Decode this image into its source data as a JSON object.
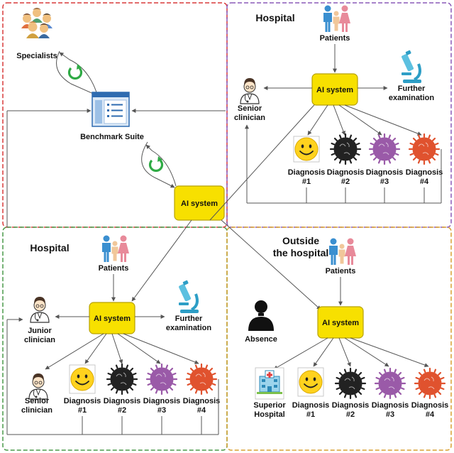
{
  "panel_top_left": {
    "specialists_label": "Specialists",
    "benchmark_label": "Benchmark Suite",
    "ai_system_label": "AI system"
  },
  "panel_top_right": {
    "title": "Hospital",
    "patients_label": "Patients",
    "ai_system_label": "AI system",
    "further_label_1": "Further",
    "further_label_2": "examination",
    "senior_label_1": "Senior",
    "senior_label_2": "clinician",
    "diagnoses": [
      {
        "line1": "Diagnosis",
        "line2": "#1"
      },
      {
        "line1": "Diagnosis",
        "line2": "#2"
      },
      {
        "line1": "Diagnosis",
        "line2": "#3"
      },
      {
        "line1": "Diagnosis",
        "line2": "#4"
      }
    ]
  },
  "panel_bottom_left": {
    "title": "Hospital",
    "patients_label": "Patients",
    "ai_system_label": "AI system",
    "further_label_1": "Further",
    "further_label_2": "examination",
    "junior_label_1": "Junior",
    "junior_label_2": "clinician",
    "senior_label_1": "Senior",
    "senior_label_2": "clinician",
    "diagnoses": [
      {
        "line1": "Diagnosis",
        "line2": "#1"
      },
      {
        "line1": "Diagnosis",
        "line2": "#2"
      },
      {
        "line1": "Diagnosis",
        "line2": "#3"
      },
      {
        "line1": "Diagnosis",
        "line2": "#4"
      }
    ]
  },
  "panel_bottom_right": {
    "title_1": "Outside",
    "title_2": "the hospital",
    "patients_label": "Patients",
    "ai_system_label": "AI system",
    "absence_label": "Absence",
    "superior_label_1": "Superior",
    "superior_label_2": "Hospital",
    "diagnoses": [
      {
        "line1": "Diagnosis",
        "line2": "#1"
      },
      {
        "line1": "Diagnosis",
        "line2": "#2"
      },
      {
        "line1": "Diagnosis",
        "line2": "#3"
      },
      {
        "line1": "Diagnosis",
        "line2": "#4"
      }
    ]
  },
  "colors": {
    "panel_red": "#d93a3a",
    "panel_purple": "#8a5ab8",
    "panel_green": "#4a9a4a",
    "panel_orange": "#d9a030",
    "ai_fill": "#f7e000",
    "ai_stroke": "#b8a200",
    "cycle_green": "#2eaa44",
    "male_blue": "#3a8fd0",
    "female_pink": "#e88a9a",
    "child_tan": "#f1c79a",
    "virus_black": "#222222",
    "virus_purple": "#9a5aa8",
    "virus_red": "#e0522e",
    "smiley_yellow": "#ffd21e"
  },
  "icons": {
    "people": "specialists-group-icon",
    "cycle": "refresh-cycle-icon",
    "suite": "benchmark-suite-icon",
    "patients": "patients-family-icon",
    "microscope": "microscope-icon",
    "doctor": "doctor-icon",
    "smiley": "smiley-healthy-icon",
    "virus": "virus-icon",
    "absence": "absence-silhouette-icon",
    "hospital": "hospital-building-icon"
  }
}
